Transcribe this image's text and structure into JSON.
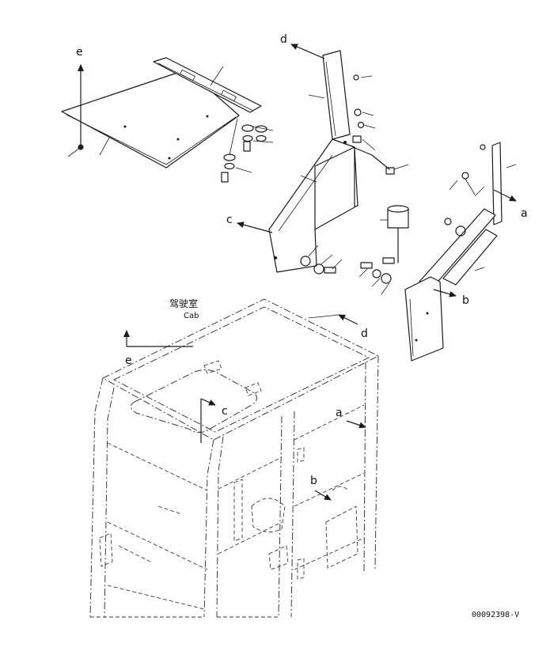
{
  "labels": {
    "a": "a",
    "b": "b",
    "c": "c",
    "d": "d",
    "e": "e"
  },
  "cab_caption": {
    "chinese": "驾驶室",
    "english": "Cab"
  },
  "drawing_code": "00092398-V",
  "colors": {
    "line": "#1a1a1a",
    "background": "#ffffff"
  }
}
